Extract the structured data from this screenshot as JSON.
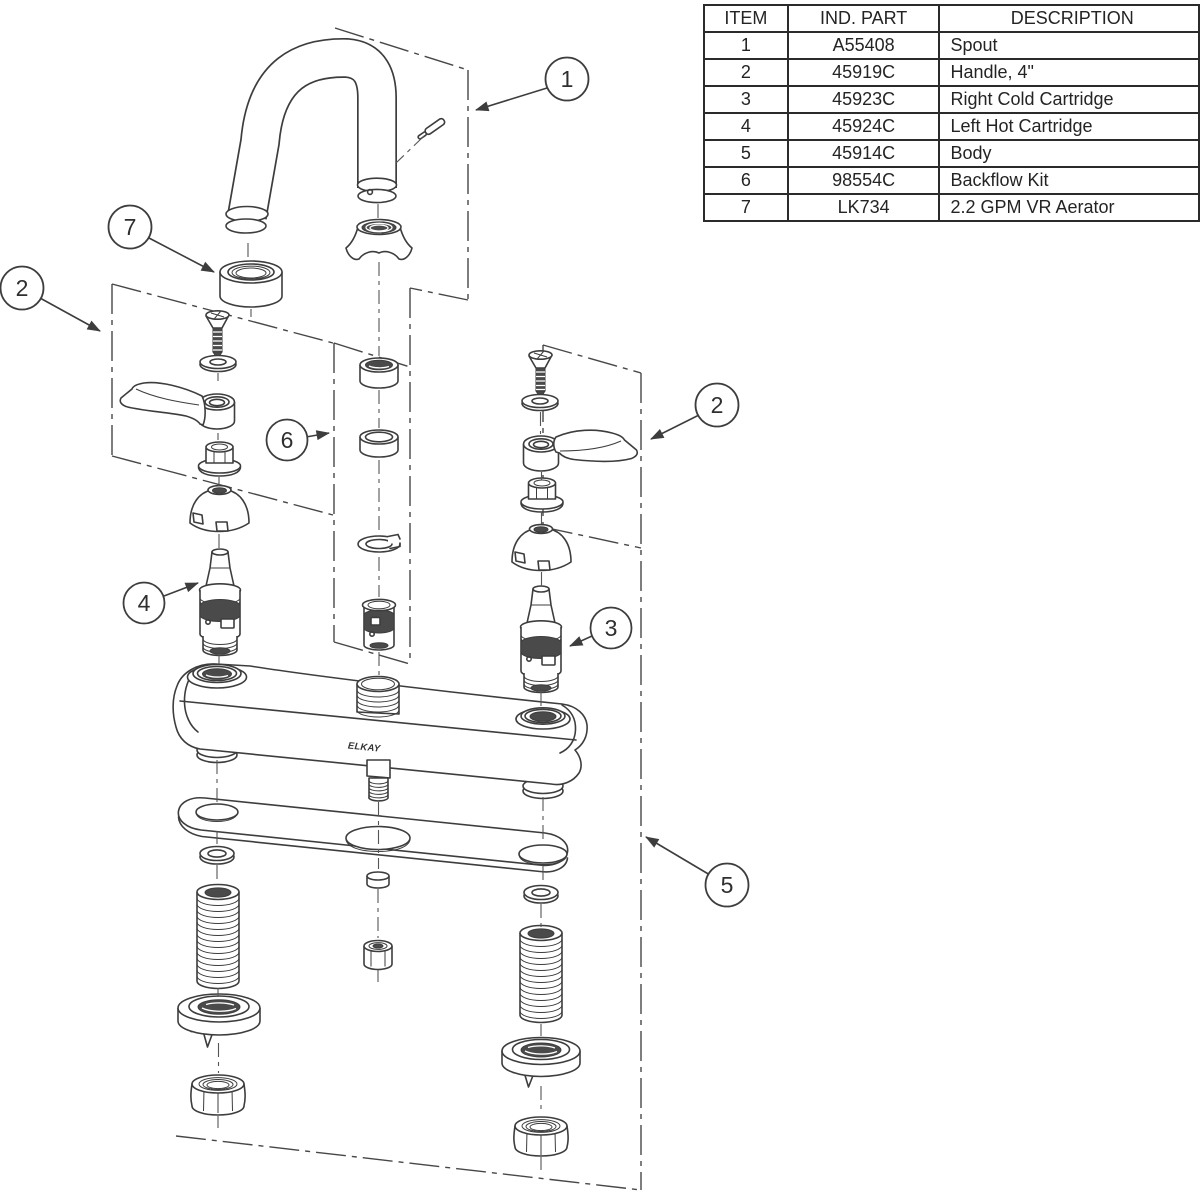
{
  "table": {
    "headers": [
      "ITEM",
      "IND. PART",
      "DESCRIPTION"
    ],
    "rows": [
      {
        "item": "1",
        "part": "A55408",
        "description": "Spout"
      },
      {
        "item": "2",
        "part": "45919C",
        "description": "Handle, 4\""
      },
      {
        "item": "3",
        "part": "45923C",
        "description": "Right Cold Cartridge"
      },
      {
        "item": "4",
        "part": "45924C",
        "description": "Left Hot Cartridge"
      },
      {
        "item": "5",
        "part": "45914C",
        "description": "Body"
      },
      {
        "item": "6",
        "part": "98554C",
        "description": "Backflow Kit"
      },
      {
        "item": "7",
        "part": "LK734",
        "description": "2.2 GPM VR Aerator"
      }
    ]
  },
  "diagram": {
    "brand": "ELKAY",
    "callouts": [
      {
        "label": "1"
      },
      {
        "label": "7"
      },
      {
        "label": "2"
      },
      {
        "label": "6"
      },
      {
        "label": "2"
      },
      {
        "label": "4"
      },
      {
        "label": "3"
      },
      {
        "label": "5"
      }
    ]
  }
}
